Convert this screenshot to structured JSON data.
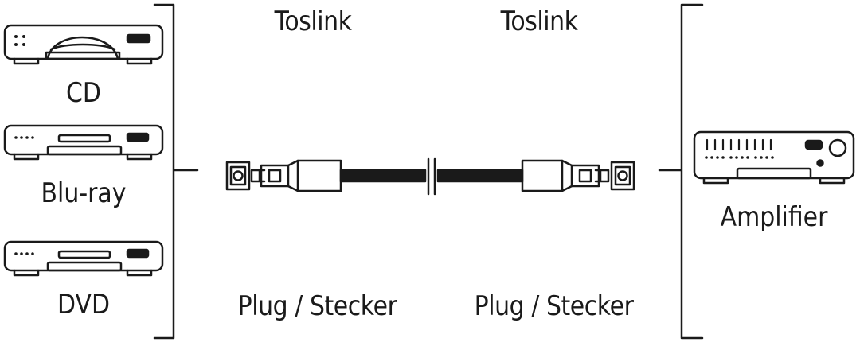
{
  "sources": [
    {
      "label": "CD",
      "icon": "cd-player-icon"
    },
    {
      "label": "Blu-ray",
      "icon": "bluray-player-icon"
    },
    {
      "label": "DVD",
      "icon": "dvd-player-icon"
    }
  ],
  "target": {
    "label": "Amplifier",
    "icon": "amplifier-icon"
  },
  "connectors": {
    "left_top": "Toslink",
    "right_top": "Toslink",
    "left_bottom": "Plug / Stecker",
    "right_bottom": "Plug / Stecker"
  },
  "colors": {
    "line": "#1a1a1a",
    "background": "#ffffff"
  }
}
